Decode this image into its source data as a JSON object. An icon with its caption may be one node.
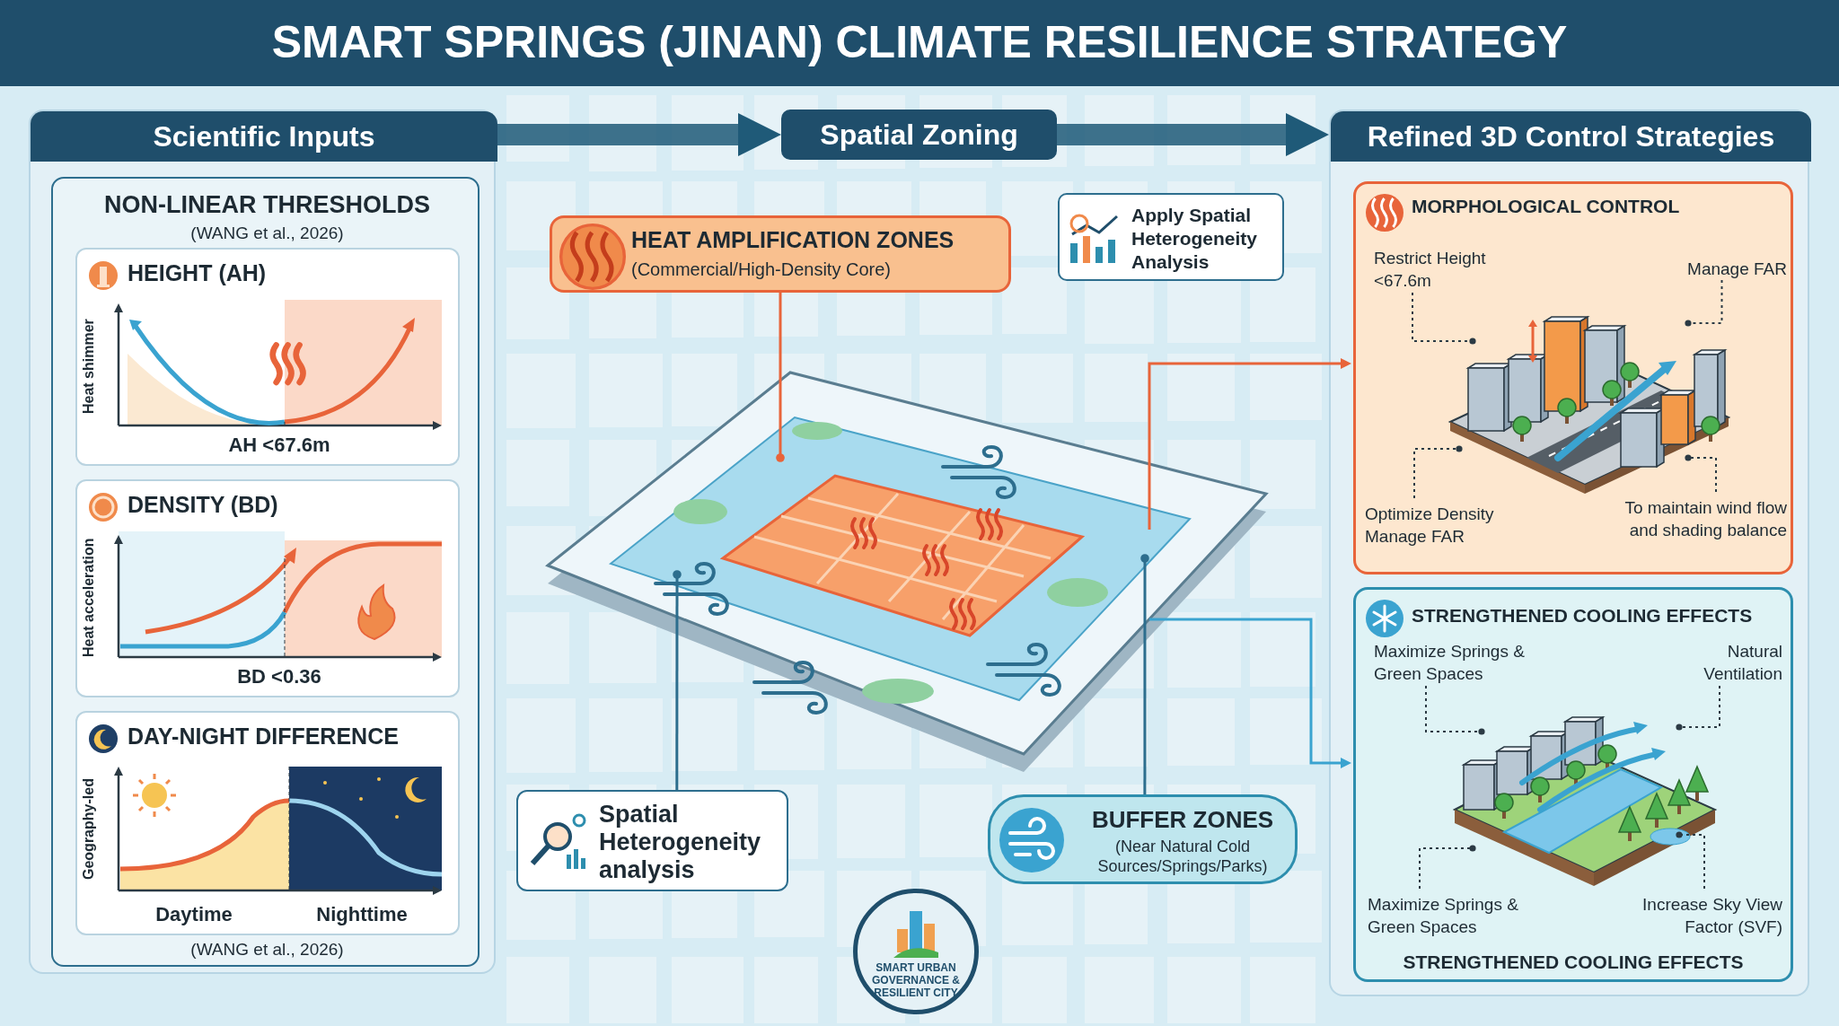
{
  "diagram": {
    "title": "SMART SPRINGS (JINAN) CLIMATE RESILIENCE STRATEGY",
    "nodes": [
      {
        "text": [
          "Scientific Inputs"
        ]
      },
      {
        "text": [
          "NON-LINEAR THRESHOLDS",
          "(WANG et al., 2026)",
          "(WANG et al., 2026)"
        ],
        "in": 0
      },
      {
        "text": [
          "HEIGHT (AH)",
          "Heat shimmer",
          "AH <67.6m"
        ],
        "in": 1
      },
      {
        "text": [
          "DENSITY (BD)",
          "Heat acceleration",
          "BD <0.36"
        ],
        "in": 1
      },
      {
        "text": [
          "DAY-NIGHT DIFFERENCE",
          "Geography-led",
          "Daytime",
          "Nighttime"
        ],
        "in": 1
      },
      {
        "text": [
          "Spatial Zoning"
        ]
      },
      {
        "text": [],
        "shape": "picture"
      },
      {
        "text": [
          "HEAT AMPLIFICATION ZONES",
          "(Commercial/High-Density Core)"
        ]
      },
      {
        "text": [
          "Apply Spatial Heterogeneity Analysis"
        ]
      },
      {
        "text": [
          "Spatial Heterogeneity analysis"
        ]
      },
      {
        "text": [
          "BUFFER ZONES",
          "(Near Natural Cold Sources/Springs/Parks)"
        ]
      },
      {
        "text": [
          "SMART URBAN GOVERNANCE & RESILIENT CITY"
        ]
      },
      {
        "text": [
          "Refined 3D Control Strategies"
        ]
      },
      {
        "text": [
          "MORPHOLOGICAL CONTROL"
        ],
        "in": 12
      },
      {
        "text": [
          "Restrict Height <67.6m"
        ],
        "in": 13
      },
      {
        "text": [
          "Manage FAR"
        ],
        "in": 13
      },
      {
        "text": [
          "Optimize Density Manage FAR"
        ],
        "in": 13
      },
      {
        "text": [
          "To maintain wind flow and shading balance"
        ],
        "in": 13
      },
      {
        "text": [
          "STRENGTHENED COOLING EFFECTS",
          "STRENGTHENED COOLING EFFECTS"
        ],
        "in": 12
      },
      {
        "text": [
          "Maximize Springs & Green Spaces"
        ],
        "in": 18
      },
      {
        "text": [
          "Natural Ventilation"
        ],
        "in": 18
      },
      {
        "text": [
          "Maximize Springs & Green Spaces"
        ],
        "in": 18
      },
      {
        "text": [
          "Increase Sky View Factor (SVF)"
        ],
        "in": 18
      }
    ],
    "edges": [
      {
        "from": 0,
        "to": 5,
        "arrow": "to",
        "style": "thick",
        "color": "#1f5a78"
      },
      {
        "from": 5,
        "to": 12,
        "arrow": "to",
        "style": "thick",
        "color": "#1f5a78"
      },
      {
        "from": 7,
        "to": 6,
        "arrow": "other",
        "color": "#e8643a"
      },
      {
        "from": 9,
        "to": 6,
        "arrow": "other",
        "color": "#2d6e8e"
      },
      {
        "from": 10,
        "to": 6,
        "arrow": "other",
        "color": "#2d6e8e"
      },
      {
        "from": 6,
        "to": 13,
        "arrow": "to",
        "color": "#e8643a"
      },
      {
        "from": 6,
        "to": 18,
        "arrow": "to",
        "color": "#3aa3d0"
      },
      {
        "from": 14,
        "to": null,
        "arrow": "other",
        "style": "dashed"
      },
      {
        "from": 15,
        "to": null,
        "arrow": "other",
        "style": "dashed"
      },
      {
        "from": 16,
        "to": null,
        "arrow": "other",
        "style": "dashed"
      },
      {
        "from": 17,
        "to": null,
        "arrow": "other",
        "style": "dashed"
      },
      {
        "from": 19,
        "to": null,
        "arrow": "other",
        "style": "dashed"
      },
      {
        "from": 20,
        "to": null,
        "arrow": "other",
        "style": "dashed"
      },
      {
        "from": 21,
        "to": null,
        "arrow": "other",
        "style": "dashed"
      },
      {
        "from": 22,
        "to": null,
        "arrow": "other",
        "style": "dashed"
      }
    ]
  }
}
